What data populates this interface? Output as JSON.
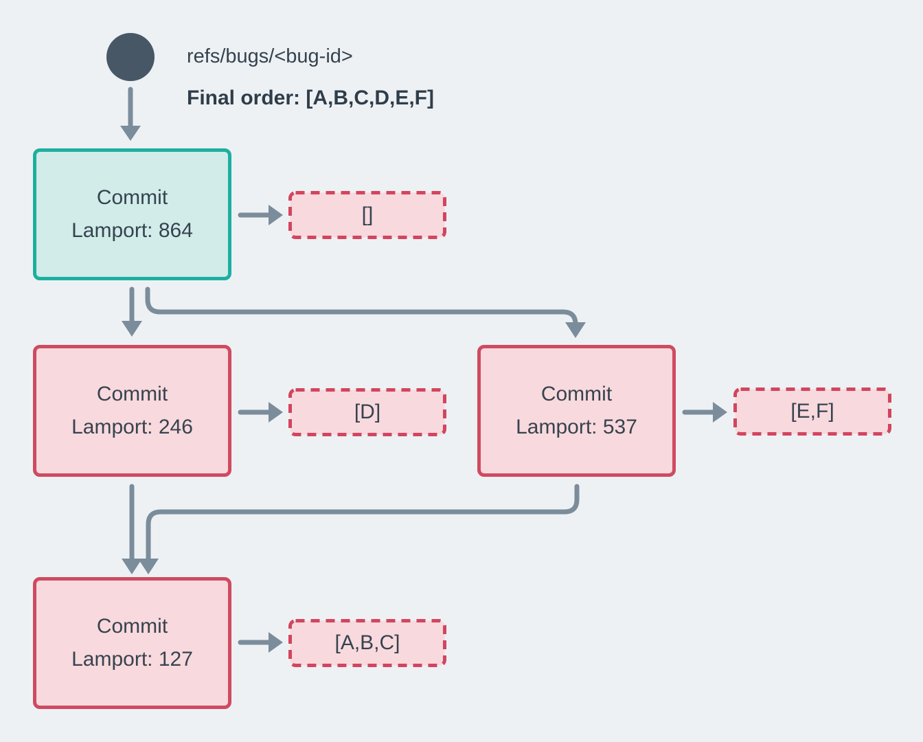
{
  "diagram": {
    "ref_label": "refs/bugs/<bug-id>",
    "final_order_label": "Final order: [A,B,C,D,E,F]",
    "commits": [
      {
        "id": "commit-864",
        "title": "Commit",
        "lamport": 864,
        "lamport_label": "Lamport: 864",
        "state": "applied",
        "output": "[]"
      },
      {
        "id": "commit-246",
        "title": "Commit",
        "lamport": 246,
        "lamport_label": "Lamport: 246",
        "state": "pending",
        "output": "[D]"
      },
      {
        "id": "commit-537",
        "title": "Commit",
        "lamport": 537,
        "lamport_label": "Lamport: 537",
        "state": "pending",
        "output": "[E,F]"
      },
      {
        "id": "commit-127",
        "title": "Commit",
        "lamport": 127,
        "lamport_label": "Lamport: 127",
        "state": "pending",
        "output": "[A,B,C]"
      }
    ],
    "colors": {
      "background": "#edf1f4",
      "text": "#36434f",
      "ref_circle": "#475766",
      "arrow": "#7b8c9b",
      "applied_border": "#1daf9f",
      "applied_fill": "#d1ece9",
      "pending_border": "#cf4a60",
      "pending_fill": "#f8d9dd",
      "output_dashed_border": "#d2455e",
      "output_fill": "#f8d9de"
    }
  }
}
